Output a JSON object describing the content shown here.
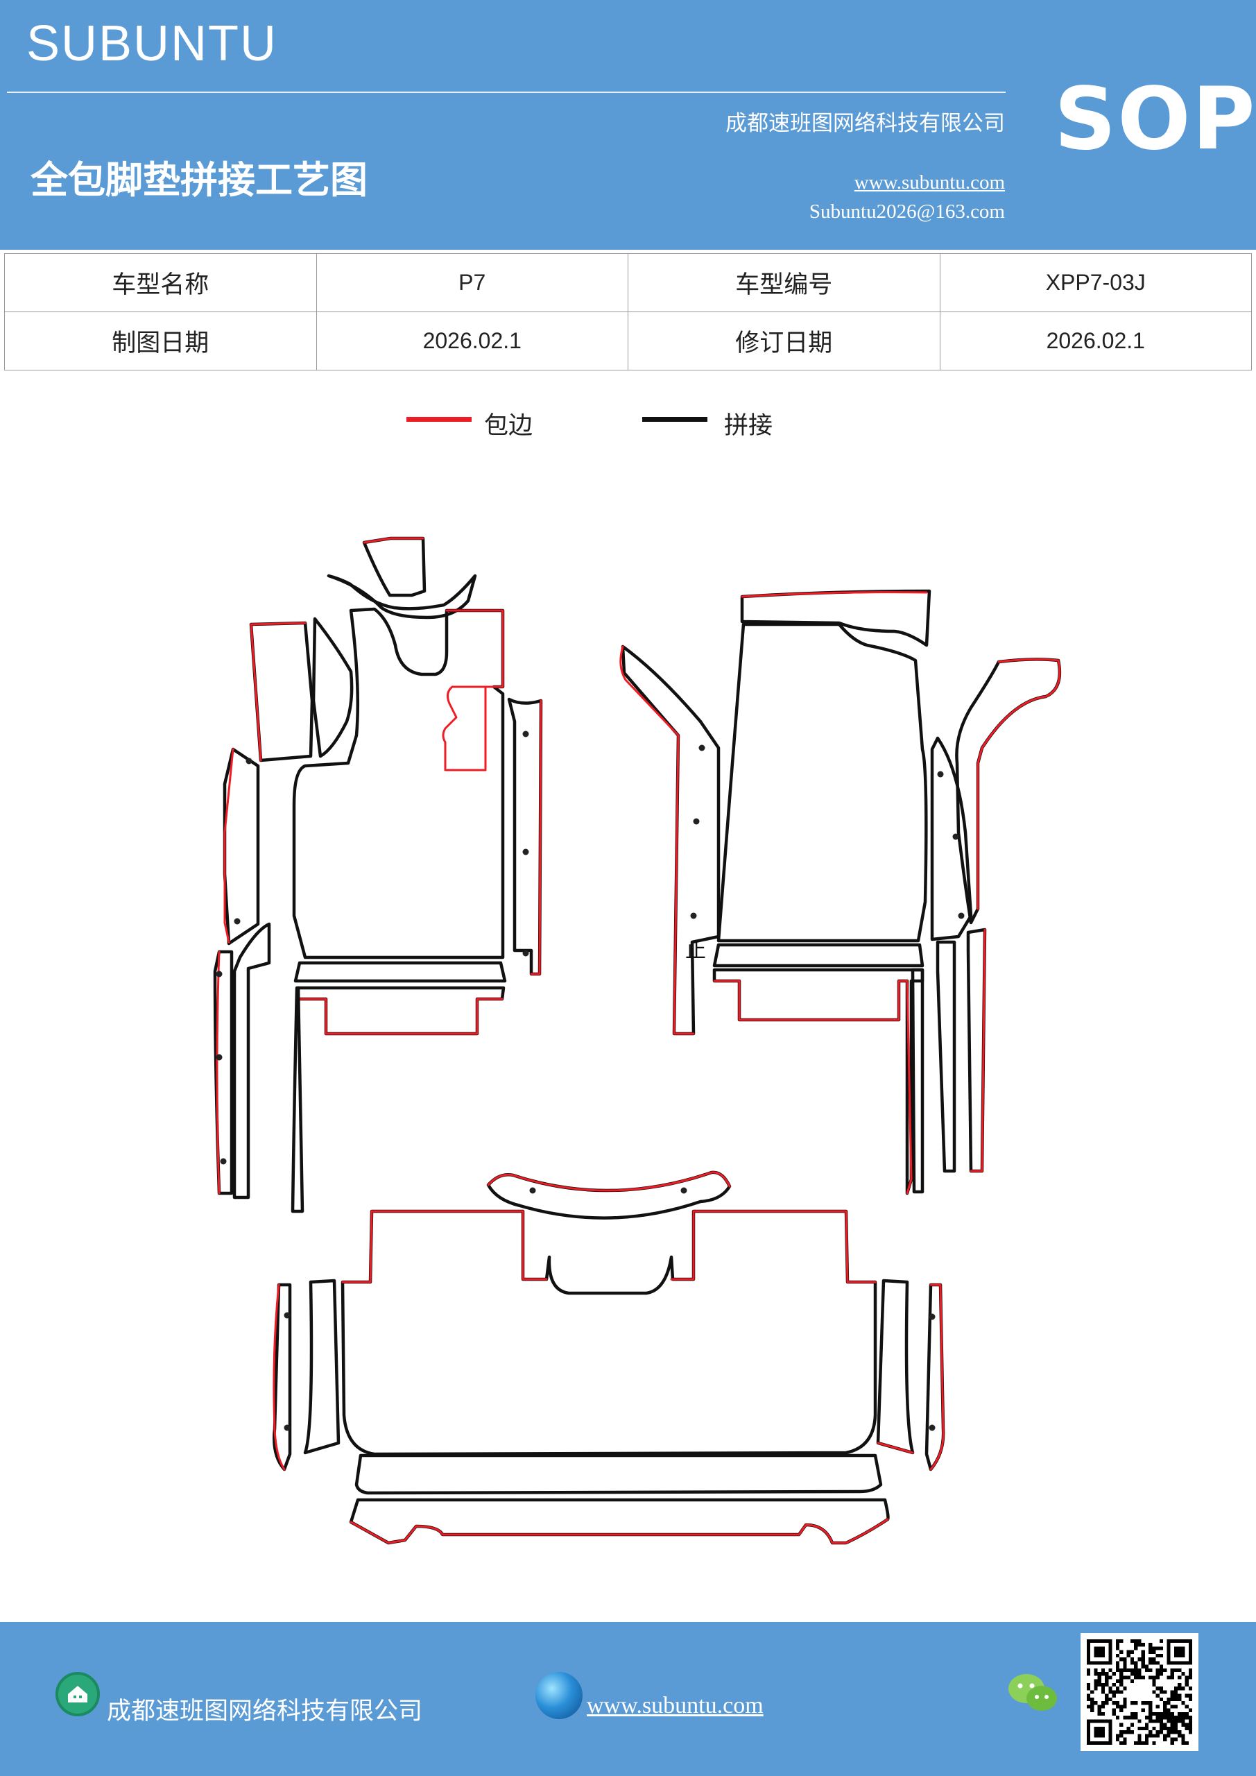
{
  "header": {
    "brand": "SUBUNTU",
    "company": "成都速班图网络科技有限公司",
    "title": "全包脚垫拼接工艺图",
    "website": "www.subuntu.com",
    "email": "Subuntu2026@163.com",
    "badge": "SOP"
  },
  "info": {
    "model_name_label": "车型名称",
    "model_name_value": "P7",
    "model_code_label": "车型编号",
    "model_code_value": "XPP7-03J",
    "draw_date_label": "制图日期",
    "draw_date_value": "2026.02.1",
    "rev_date_label": "修订日期",
    "rev_date_value": "2026.02.1"
  },
  "legend": {
    "edge_label": "包边",
    "edge_color": "#ee1c25",
    "seam_label": "拼接",
    "seam_color": "#111111"
  },
  "diagram": {
    "marker": "止"
  },
  "footer": {
    "company": "成都速班图网络科技有限公司",
    "website": "www.subuntu.com",
    "icons": [
      "building-icon",
      "globe-icon",
      "wechat-icon",
      "qr-code"
    ]
  }
}
